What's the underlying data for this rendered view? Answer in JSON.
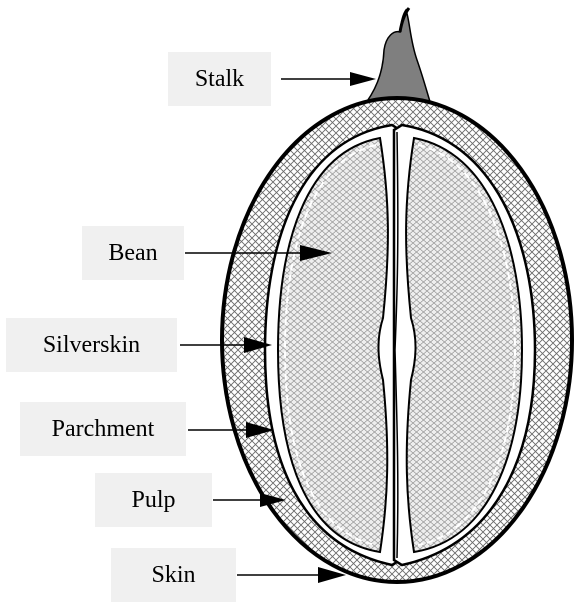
{
  "labels": {
    "stalk": "Stalk",
    "bean": "Bean",
    "silverskin": "Silverskin",
    "parchment": "Parchment",
    "pulp": "Pulp",
    "skin": "Skin"
  },
  "colors": {
    "label_background": "#f0f0f0",
    "stalk_fill": "#7f7f7f",
    "outline": "#000000",
    "fruit_hatch": "#d9d9d9",
    "bean_fill": "#e6e6e6"
  }
}
